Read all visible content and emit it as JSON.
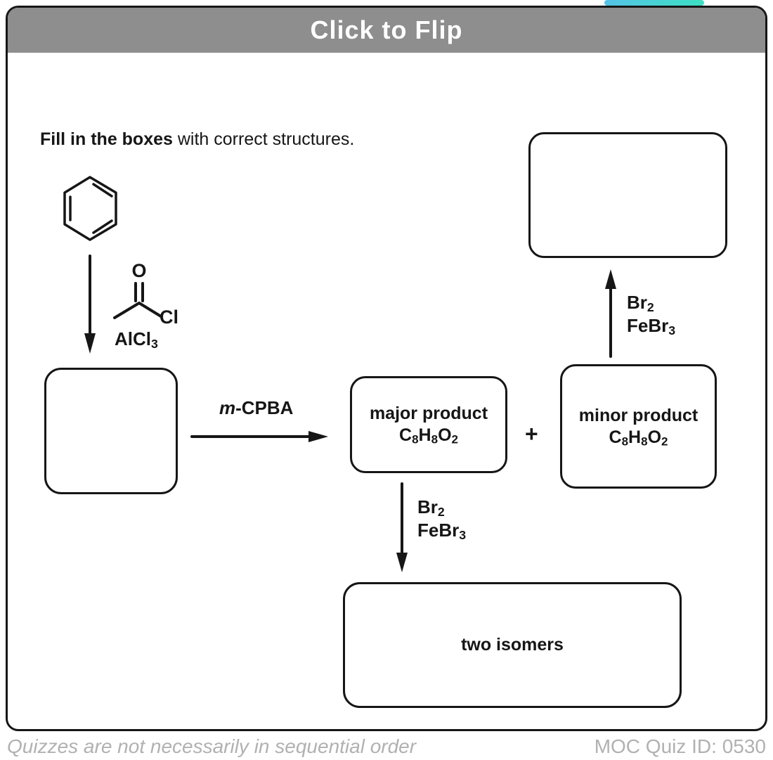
{
  "header": {
    "title": "Click to Flip"
  },
  "instruction": {
    "bold": "Fill in the boxes",
    "regular": " with correct structures."
  },
  "scheme": {
    "acylation": {
      "o": "O",
      "cl": "Cl",
      "catalyst": "AlCl₃"
    },
    "epoxidation": {
      "reagent_italic": "m",
      "reagent_rest": "-CPBA"
    },
    "bromination": {
      "reagent1": "Br₂",
      "reagent2": "FeBr₃"
    },
    "plus": "+",
    "major_box": {
      "line1": "major product",
      "formula": "C₈H₈O₂"
    },
    "minor_box": {
      "line1": "minor product",
      "formula": "C₈H₈O₂"
    },
    "isomers_box": {
      "label": "two isomers"
    }
  },
  "footer": {
    "note": "Quizzes are not necessarily in sequential order",
    "quiz_id": "MOC Quiz ID: 0530"
  },
  "colors": {
    "header_bar": "#8e8e8e",
    "line_ink": "#161616",
    "footer_text": "#b1b1b1",
    "tab_gradient_left": "#55c3e6",
    "tab_gradient_right": "#3ce0c2"
  }
}
